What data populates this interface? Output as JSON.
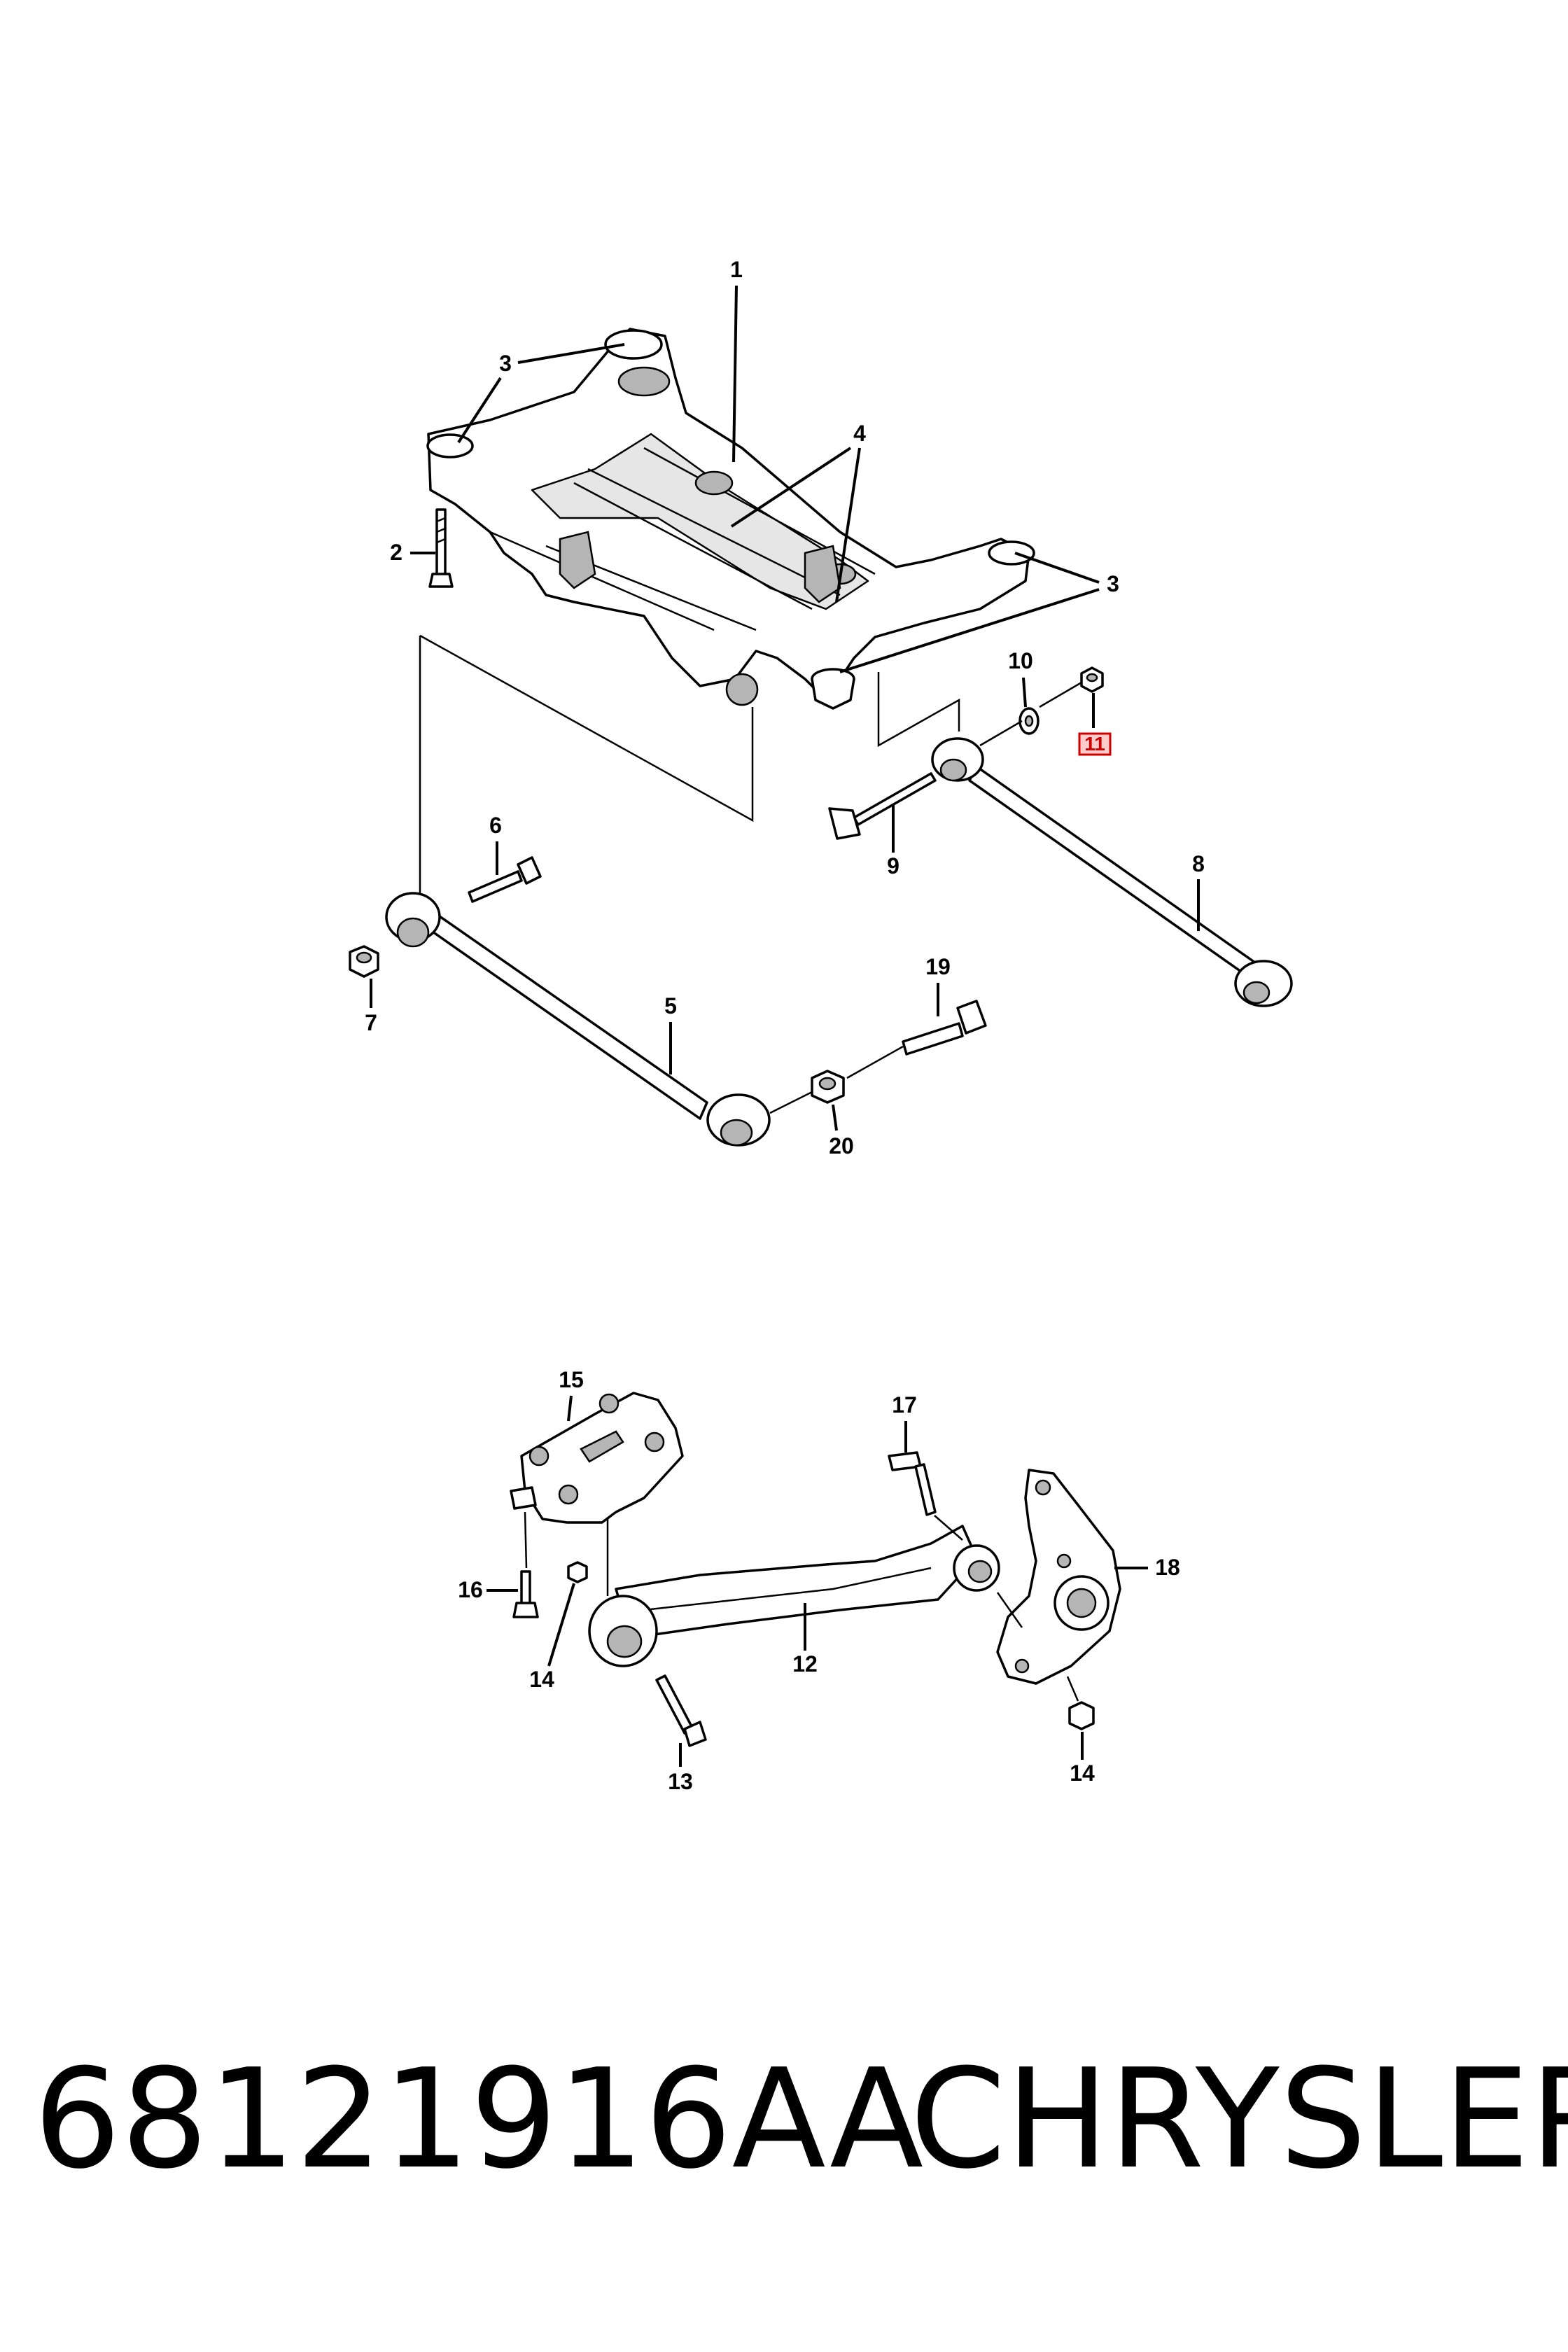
{
  "diagram": {
    "callouts": {
      "c1": "1",
      "c2": "2",
      "c3a": "3",
      "c3b": "3",
      "c4": "4",
      "c5": "5",
      "c6": "6",
      "c7": "7",
      "c8": "8",
      "c9": "9",
      "c10": "10",
      "c11": "11",
      "c12": "12",
      "c13": "13",
      "c14a": "14",
      "c14b": "14",
      "c15": "15",
      "c16": "16",
      "c17": "17",
      "c18": "18",
      "c19": "19",
      "c20": "20"
    },
    "highlighted_callout": "11",
    "highlight_color": "#cc0000"
  },
  "footer": {
    "part_number": "68121916AA",
    "brand": "CHRYSLER"
  }
}
